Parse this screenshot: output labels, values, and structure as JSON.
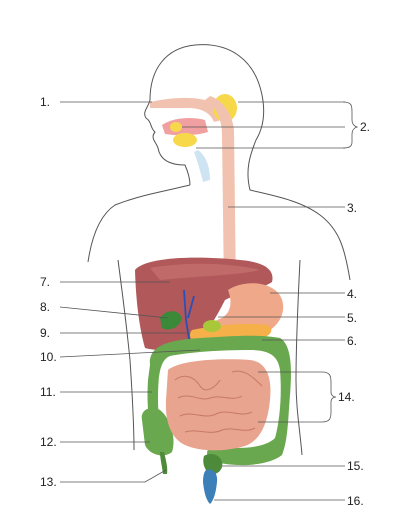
{
  "colors": {
    "esophagus": "#f2c2b0",
    "salivary": "#f7d84a",
    "liver": "#b0585a",
    "gallbladder": "#3a8a3a",
    "bile_duct": "#2b4fb5",
    "stomach": "#f0a88a",
    "pancreas": "#f5b04a",
    "small_intestine": "#e8a48e",
    "large_intestine": "#6aa84f",
    "rectum": "#4d8a3a",
    "anus": "#3d7fb8",
    "tongue": "#f0a0a0"
  },
  "labels": {
    "l1": "1.",
    "l2": "2.",
    "l3": "3.",
    "l4": "4.",
    "l5": "5.",
    "l6": "6.",
    "l7": "7.",
    "l8": "8.",
    "l9": "9.",
    "l10": "10.",
    "l11": "11.",
    "l12": "12.",
    "l13": "13.",
    "l14": "14.",
    "l15": "15.",
    "l16": "16."
  }
}
